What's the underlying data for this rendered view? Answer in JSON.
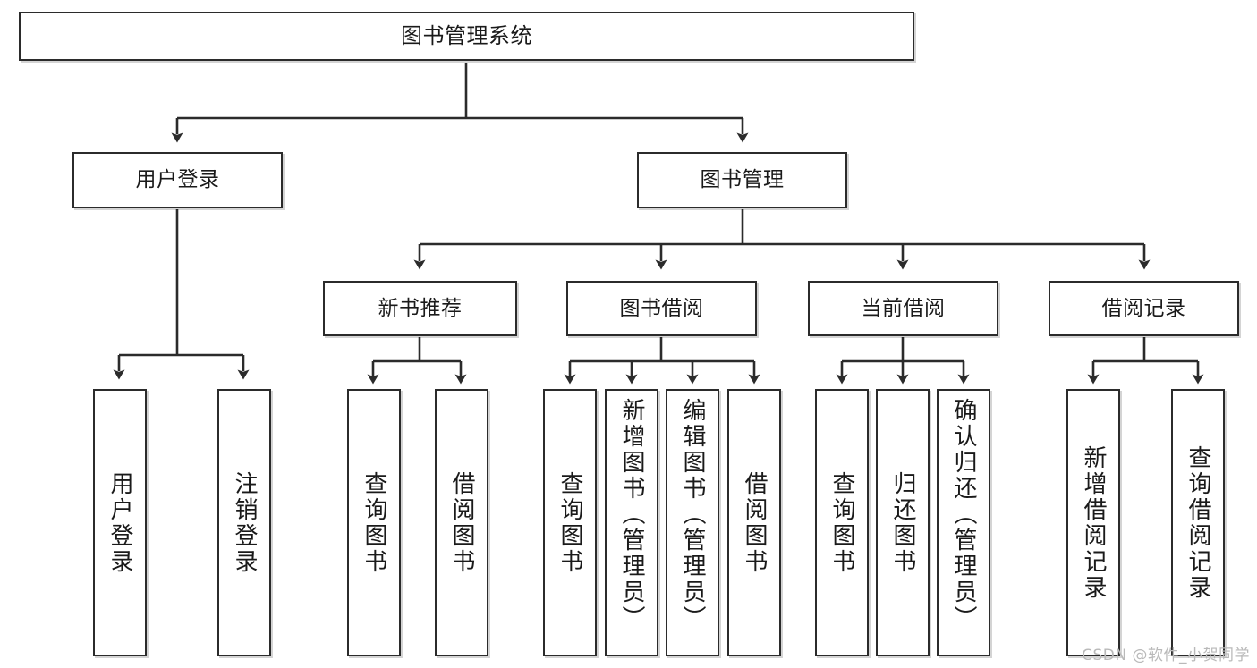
{
  "diagram": {
    "type": "tree",
    "title": "图书管理系统",
    "root": {
      "id": "root",
      "label": "图书管理系统"
    },
    "level2": [
      {
        "id": "user-login",
        "label": "用户登录"
      },
      {
        "id": "book-management",
        "label": "图书管理"
      }
    ],
    "level3": [
      {
        "id": "new-book-recommend",
        "label": "新书推荐"
      },
      {
        "id": "book-borrow",
        "label": "图书借阅"
      },
      {
        "id": "current-borrow",
        "label": "当前借阅"
      },
      {
        "id": "borrow-record",
        "label": "借阅记录"
      }
    ],
    "leaves": [
      {
        "id": "leaf-user-login",
        "label": "用户登录",
        "parent": "user-login"
      },
      {
        "id": "leaf-logout",
        "label": "注销登录",
        "parent": "user-login"
      },
      {
        "id": "leaf-query-book-1",
        "label": "查询图书",
        "parent": "new-book-recommend"
      },
      {
        "id": "leaf-borrow-book-1",
        "label": "借阅图书",
        "parent": "new-book-recommend"
      },
      {
        "id": "leaf-query-book-2",
        "label": "查询图书",
        "parent": "book-borrow"
      },
      {
        "id": "leaf-add-book",
        "label": "新增图书（管理员）",
        "parent": "book-borrow"
      },
      {
        "id": "leaf-edit-book",
        "label": "编辑图书（管理员）",
        "parent": "book-borrow"
      },
      {
        "id": "leaf-borrow-book-2",
        "label": "借阅图书",
        "parent": "book-borrow"
      },
      {
        "id": "leaf-query-book-3",
        "label": "查询图书",
        "parent": "current-borrow"
      },
      {
        "id": "leaf-return-book",
        "label": "归还图书",
        "parent": "current-borrow"
      },
      {
        "id": "leaf-confirm-return",
        "label": "确认归还（管理员）",
        "parent": "current-borrow"
      },
      {
        "id": "leaf-add-record",
        "label": "新增借阅记录",
        "parent": "borrow-record"
      },
      {
        "id": "leaf-query-record",
        "label": "查询借阅记录",
        "parent": "borrow-record"
      }
    ]
  },
  "watermark": {
    "text": "CSDN @软件_小贺同学"
  },
  "colors": {
    "box_border": "#2b2b2b",
    "box_fill": "#ffffff",
    "text": "#1a1a1a",
    "connector": "#2b2b2b",
    "watermark": "#b9b9b9",
    "background": "#ffffff"
  }
}
